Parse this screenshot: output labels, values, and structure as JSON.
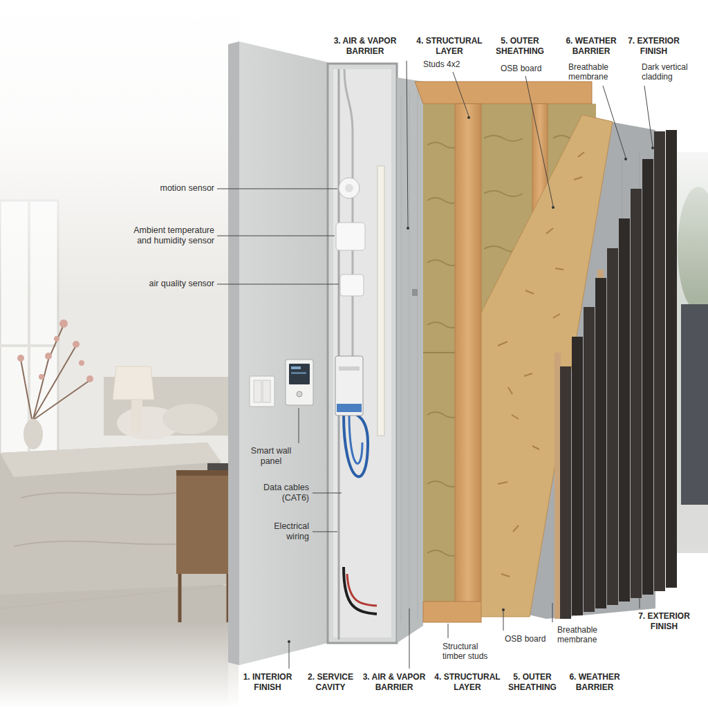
{
  "diagram": {
    "labels": [
      "3. AIR & VAPOR BARRIER",
      "4. STRUCTURAL LAYER",
      "5. OUTER SHEATHING",
      "6. WEATHER BARRIER",
      "7. EXTERIOR FINISH",
      "Studs 4x2",
      "OSB board",
      "Breathable membrane",
      "Dark vertical cladding",
      "motion sensor",
      "Ambient temperature and humidity sensor",
      "air quality sensor",
      "Smart wall panel",
      "Data cables (CAT6)",
      "Electrical wiring",
      "7. EXTERIOR FINISH",
      "Breathable membrane",
      "OSB board",
      "Structural timber studs",
      "1. INTERIOR FINISH",
      "2. SERVICE CAVITY",
      "3. AIR & VAPOR BARRIER",
      "4. STRUCTURAL LAYER",
      "5. OUTER SHEATHING",
      "6. WEATHER BARRIER"
    ]
  }
}
